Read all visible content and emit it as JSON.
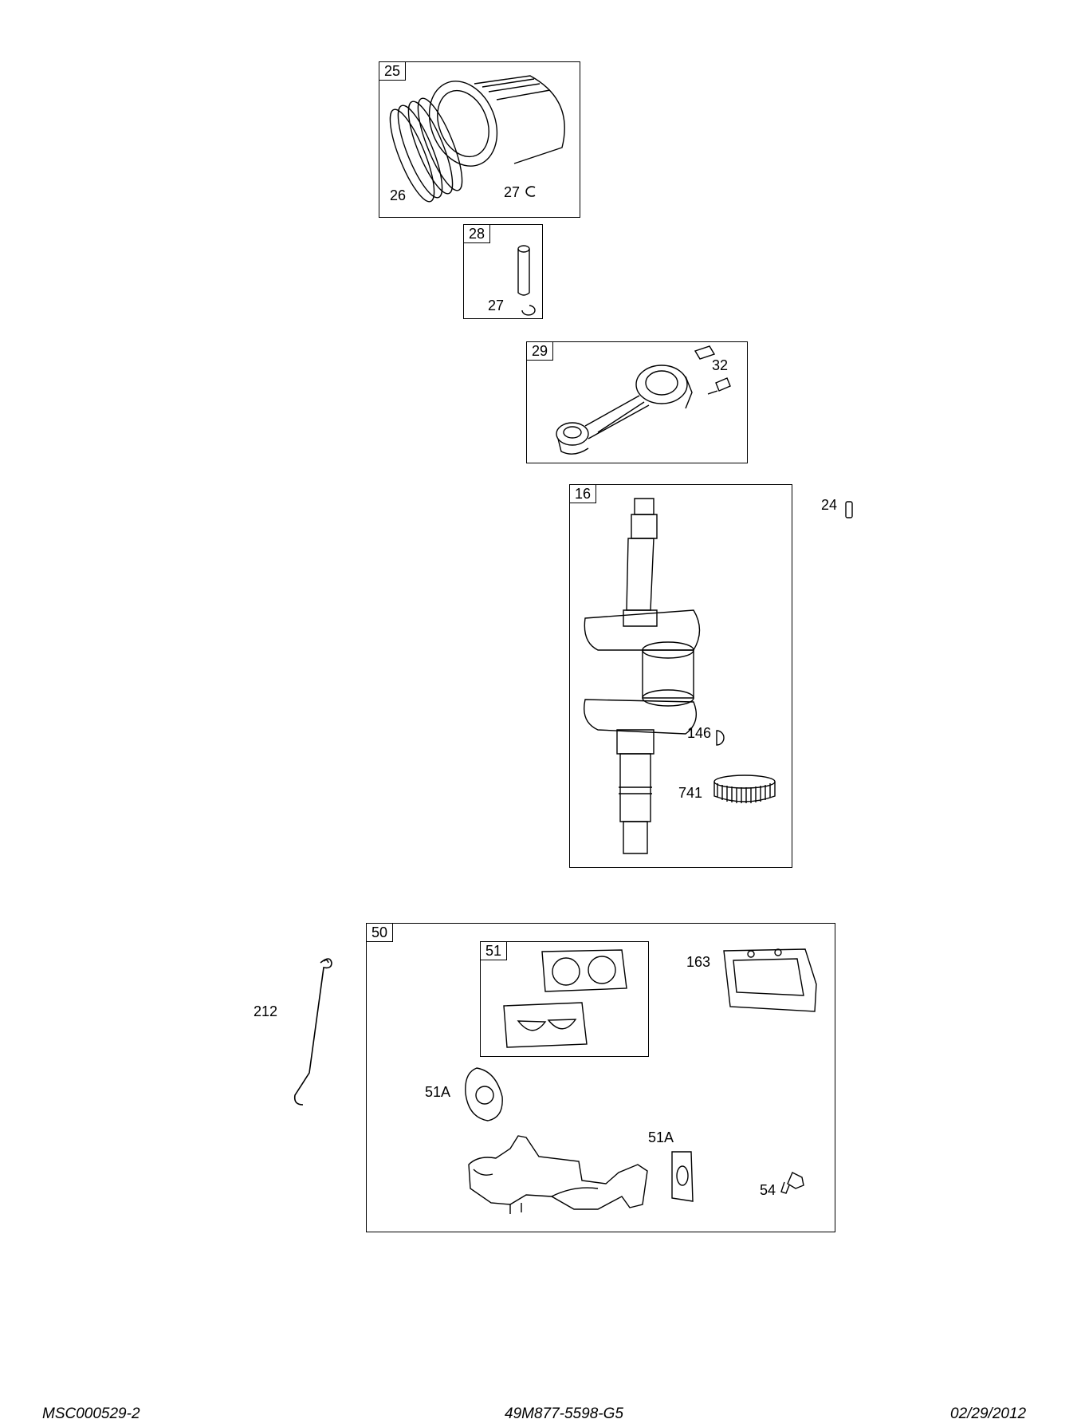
{
  "boxes": {
    "b25": "25",
    "b28": "28",
    "b29": "29",
    "b16": "16",
    "b50": "50",
    "b51": "51"
  },
  "labels": {
    "l26": "26",
    "l27a": "27",
    "l27b": "27",
    "l32": "32",
    "l24": "24",
    "l146": "146",
    "l741": "741",
    "l212": "212",
    "l163": "163",
    "l51a1": "51A",
    "l51a2": "51A",
    "l54": "54"
  },
  "footer": {
    "left": "MSC000529-2",
    "center": "49M877-5598-G5",
    "right": "02/29/2012"
  }
}
